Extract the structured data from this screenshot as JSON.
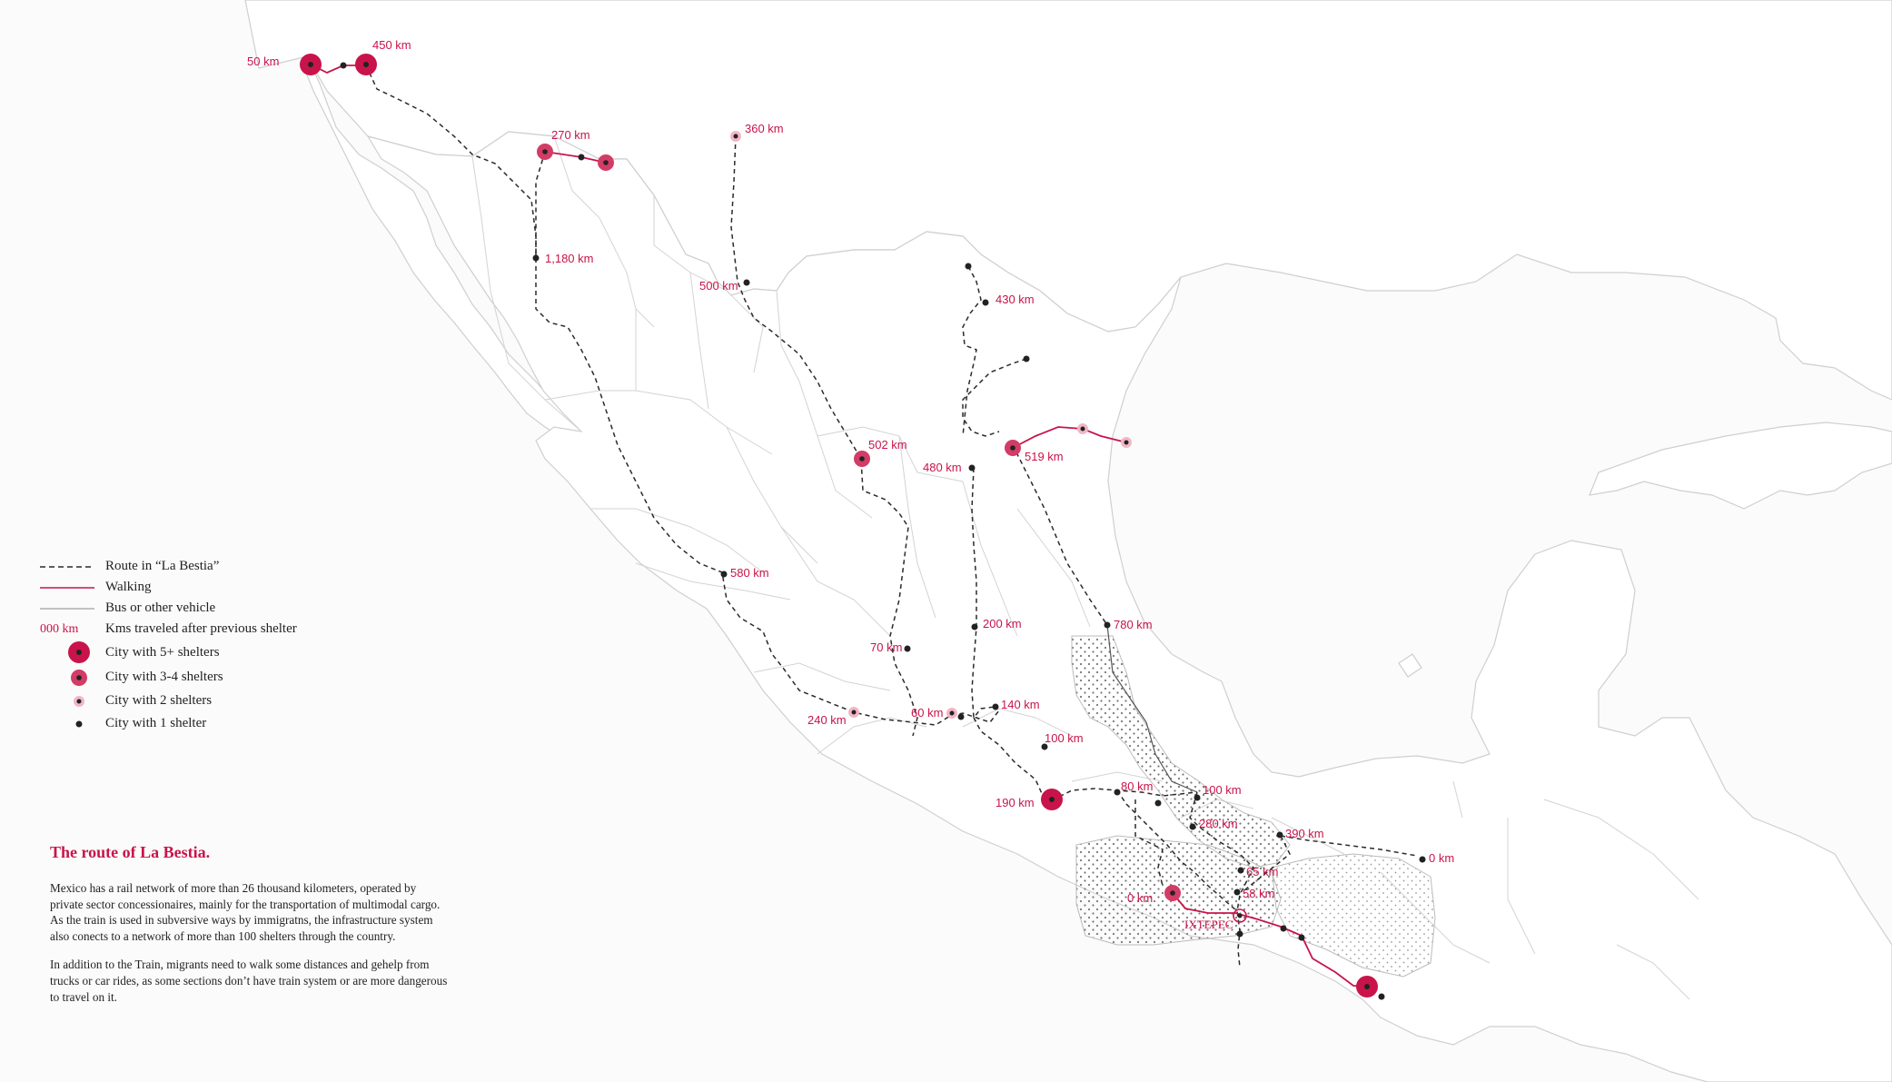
{
  "colors": {
    "accent": "#c8144a",
    "route": "#2a2a2a",
    "land": "#ffffff",
    "border": "#cfcfcf",
    "sea": "#fbfbfb"
  },
  "legend": {
    "route": "Route in “La Bestia”",
    "walking": "Walking",
    "bus": "Bus or other vehicle",
    "km_symbol": "000 km",
    "km_text": "Kms traveled after previous shelter",
    "city5": "City with 5+ shelters",
    "city34": "City with 3-4 shelters",
    "city2": "City with 2 shelters",
    "city1": "City with 1 shelter"
  },
  "story": {
    "title": "The route of La Bestia.",
    "p1": "Mexico has a rail network of more than 26 thousand kilometers, operated by private sector concessionaires, mainly for the transportation of multimodal cargo. As the train is used in subversive ways by immigratns, the infrastructure system also conects to a network of more than 100 shelters through the country.",
    "p2": "In addition to the Train, migrants need to walk some distances and gehelp from trucks or car rides, as some sections don’t have train system or are more dangerous to travel on it."
  },
  "map": {
    "labels": {
      "tijuana": "50 km",
      "mexicali": "450 km",
      "juarez": "270 km",
      "chihuahua_n": "360 km",
      "hermosillo": "1,180 km",
      "chihuahua": "500 km",
      "monclova": "430 km",
      "torreon": "502 km",
      "monterrey": "519 km",
      "slp": "480 km",
      "culiacan": "580 km",
      "tampico": "780 km",
      "queretaro": "200 km",
      "aguascalientes": "70 km",
      "guadalajara": "240 km",
      "irapuato": "60 km",
      "huehuetoca": "140 km",
      "cdmx": "100 km",
      "toluca": "190 km",
      "puebla": "80 km",
      "veracruz": "100 km",
      "tierra_blanca": "280 km",
      "coatzacoalcos": "390 km",
      "tenosique": "0 km",
      "oaxaca": "0 km",
      "matias": "65 km",
      "chahuites": "58 km",
      "ixtepec": "IXTEPEC"
    }
  }
}
